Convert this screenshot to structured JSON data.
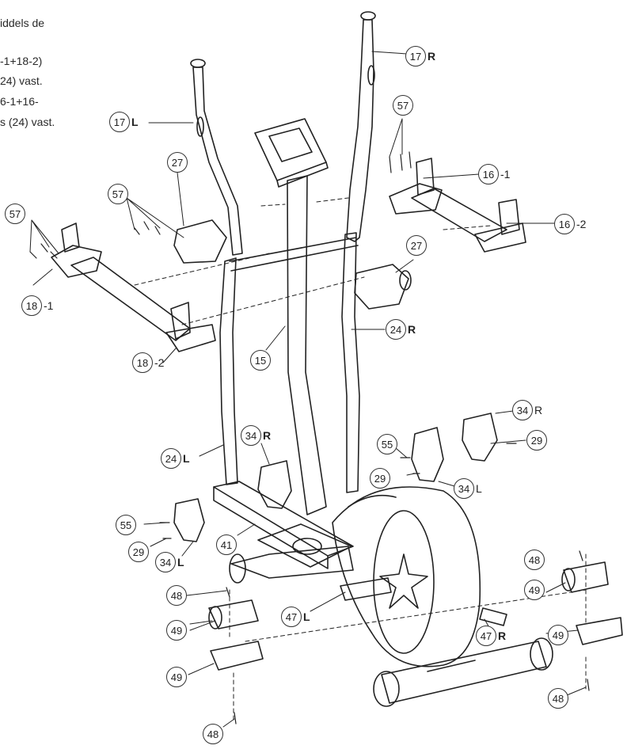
{
  "instructions": {
    "line1": "iddels de",
    "line2": "-1+18-2)",
    "line3": "24) vast.",
    "line4": "6-1+16-",
    "line5": "s (24) vast."
  },
  "callouts": [
    {
      "id": "17R",
      "num": "17",
      "suffix": "R",
      "bold": true
    },
    {
      "id": "17L",
      "num": "17",
      "suffix": "L",
      "bold": true
    },
    {
      "id": "57a",
      "num": "57",
      "suffix": "",
      "bold": false
    },
    {
      "id": "16-1",
      "num": "16",
      "suffix": "-1",
      "bold": false
    },
    {
      "id": "16-2",
      "num": "16",
      "suffix": "-2",
      "bold": false
    },
    {
      "id": "27a",
      "num": "27",
      "suffix": "",
      "bold": false
    },
    {
      "id": "57b",
      "num": "57",
      "suffix": "",
      "bold": false
    },
    {
      "id": "57c",
      "num": "57",
      "suffix": "",
      "bold": false
    },
    {
      "id": "27b",
      "num": "27",
      "suffix": "",
      "bold": false
    },
    {
      "id": "18-1",
      "num": "18",
      "suffix": "-1",
      "bold": false
    },
    {
      "id": "24R",
      "num": "24",
      "suffix": "R",
      "bold": true
    },
    {
      "id": "18-2",
      "num": "18",
      "suffix": "-2",
      "bold": false
    },
    {
      "id": "15",
      "num": "15",
      "suffix": "",
      "bold": false
    },
    {
      "id": "34Ra",
      "num": "34",
      "suffix": "R",
      "bold": false
    },
    {
      "id": "29a",
      "num": "29",
      "suffix": "",
      "bold": false
    },
    {
      "id": "24L",
      "num": "24",
      "suffix": "L",
      "bold": true
    },
    {
      "id": "34Rb",
      "num": "34",
      "suffix": "R",
      "bold": true
    },
    {
      "id": "55a",
      "num": "55",
      "suffix": "",
      "bold": false
    },
    {
      "id": "29b",
      "num": "29",
      "suffix": "",
      "bold": false
    },
    {
      "id": "34La",
      "num": "34",
      "suffix": "L",
      "bold": false
    },
    {
      "id": "55b",
      "num": "55",
      "suffix": "",
      "bold": false
    },
    {
      "id": "41",
      "num": "41",
      "suffix": "",
      "bold": false
    },
    {
      "id": "29c",
      "num": "29",
      "suffix": "",
      "bold": false
    },
    {
      "id": "34Lb",
      "num": "34",
      "suffix": "L",
      "bold": true
    },
    {
      "id": "48a",
      "num": "48",
      "suffix": "",
      "bold": false
    },
    {
      "id": "49a",
      "num": "49",
      "suffix": "",
      "bold": false
    },
    {
      "id": "48b",
      "num": "48",
      "suffix": "",
      "bold": false
    },
    {
      "id": "47L",
      "num": "47",
      "suffix": "L",
      "bold": true
    },
    {
      "id": "49b",
      "num": "49",
      "suffix": "",
      "bold": false
    },
    {
      "id": "47R",
      "num": "47",
      "suffix": "R",
      "bold": true
    },
    {
      "id": "49c",
      "num": "49",
      "suffix": "",
      "bold": false
    },
    {
      "id": "49d",
      "num": "49",
      "suffix": "",
      "bold": false
    },
    {
      "id": "48c",
      "num": "48",
      "suffix": "",
      "bold": false
    },
    {
      "id": "48d",
      "num": "48",
      "suffix": "",
      "bold": false
    }
  ]
}
